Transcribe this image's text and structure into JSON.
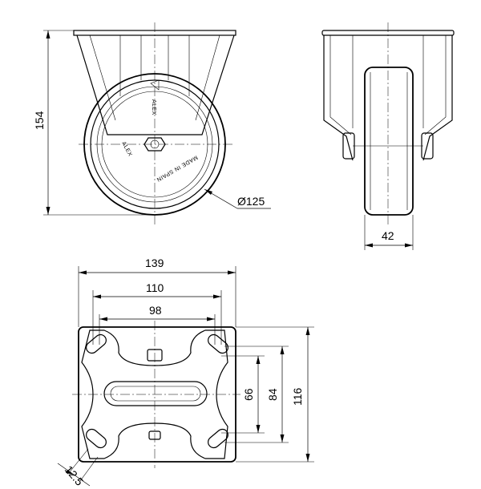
{
  "dimensions": {
    "height": "154",
    "wheel_diameter": "Ø125",
    "wheel_width": "42",
    "plate_length": "139",
    "hole_spacing_outer": "110",
    "hole_spacing_inner": "98",
    "plate_width": "116",
    "hole_slot_outer": "84",
    "hole_slot_inner": "66",
    "slot_width": "12.5"
  },
  "wheel_markings": {
    "brand": "ALEX",
    "origin": "MADE IN SPAIN"
  }
}
